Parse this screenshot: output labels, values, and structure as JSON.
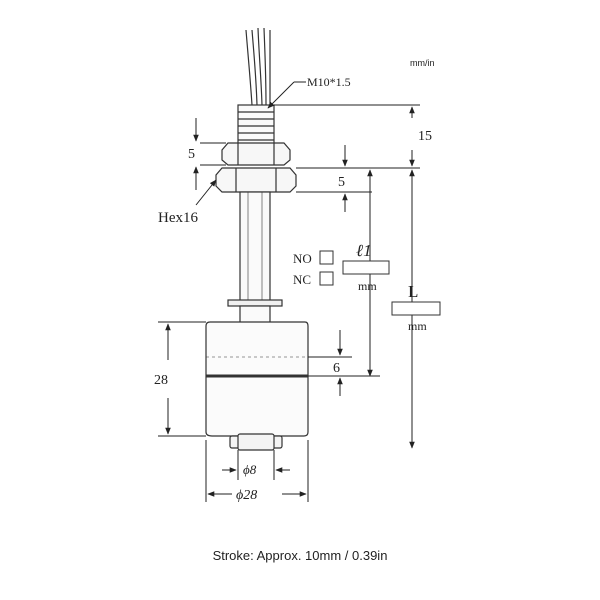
{
  "units": "mm/in",
  "thread_label": "M10*1.5",
  "hex_label": "Hex16",
  "dim_nut_height": "5",
  "dim_hex_height": "5",
  "dim_top": "15",
  "dim_float_height": "28",
  "dim_offset": "6",
  "dim_inner_dia": "ϕ8",
  "dim_float_dia": "ϕ28",
  "no_label": "NO",
  "nc_label": "NC",
  "l1_label": "ℓ1",
  "l1_unit": "mm",
  "L_label": "L",
  "L_unit": "mm",
  "caption": "Stroke: Approx. 10mm / 0.39in"
}
